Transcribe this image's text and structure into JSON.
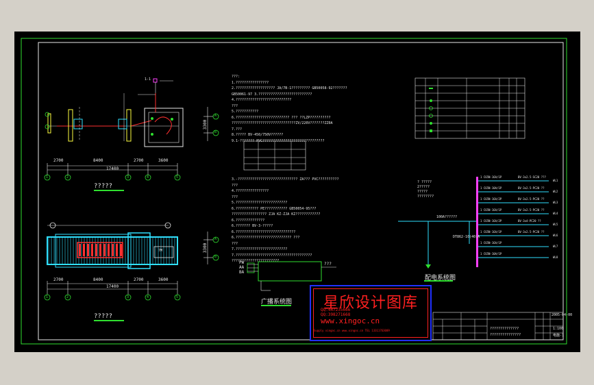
{
  "colors": {
    "bg": "#000000",
    "frame": "#2fe02f",
    "white": "#e8e8e8",
    "yellow": "#ffff40",
    "cyan": "#30e0ff",
    "red": "#ff3030",
    "magenta": "#ff40ff",
    "blue": "#2030ff"
  },
  "plan_top": {
    "dims": [
      "2700",
      "8400",
      "2700",
      "3600"
    ],
    "total": "17400",
    "axes": [
      "1",
      "2",
      "3",
      "4",
      "5"
    ],
    "title": "?????",
    "side_dim": "3300",
    "side_axes": [
      "A",
      "B"
    ],
    "room_tag": "1-1"
  },
  "plan_bottom": {
    "dims": [
      "2700",
      "8400",
      "2700",
      "3600"
    ],
    "total": "17400",
    "axes": [
      "1",
      "2",
      "3",
      "4",
      "5"
    ],
    "title": "?????",
    "side_dim": "3300",
    "side_axes": [
      "A",
      "B"
    ],
    "room_tag": "7M"
  },
  "notes_top": [
    "???:",
    "1.????????????????",
    "2.???????????????????    JA/7B-1?????????    GB50058-92???????",
    "GB50061-97 3.??????????????????????????",
    "4.???????????????????????????",
    "  ???",
    "5.???????????",
    "6.??????????????????????????     ???  ??LZP??????????",
    "  ???????????????????????????????ZV/220V???????ZZ0A",
    "7.???",
    "8.?????    BV-450/750V??????",
    "9.1-???????    PVC??????????????????????????????"
  ],
  "notes_bottom": [
    "3.-?????????????????????????????    ZA???  PVC??????????",
    "  ???",
    "4.????????????????",
    "  ???",
    "5.?????????????????????????",
    "6.???????????    PE???????????    GB50054-95???",
    "  ?????????????????      ZJA  KZ-ZJA  KZ????????????",
    "6.??????????????",
    "6.???????    BV-3-?????",
    "6.?????????????????????????????",
    "6.???????????????????????????        ???",
    "  ???",
    "7.?????????????????????????",
    "7.?????????????????????????????????????",
    "???????????????????????"
  ],
  "legend": {
    "rows": 8,
    "cols": 6
  },
  "broadcast": {
    "title": "广播系统图",
    "inputs": [
      "PW",
      "AA",
      "BA"
    ],
    "out": "???"
  },
  "power": {
    "title": "配电系统图",
    "left_labels": [
      "? ?????",
      "2?????",
      "?????",
      "????????"
    ],
    "feed": "100A??????",
    "branches": [
      {
        "left": "1 C65N-16A/1P",
        "right": "BV-3x2.5-SC20 ???",
        "tag": "WL1"
      },
      {
        "left": "1 C65N-10A/1P",
        "right": "BV-3x2.5-PC20 ??",
        "tag": "WL2"
      },
      {
        "left": "1 C65N-16A/2P",
        "right": "BV-3x2.5-PC20 ??",
        "tag": "WL3"
      },
      {
        "left": "1 C65N-16A/1P",
        "right": "BV-3x2.5-PC20 ??",
        "tag": "WL4"
      },
      {
        "left": "1 C65N-16A/2P",
        "right": "BV-3x4-PC20 ??",
        "tag": "WL5"
      },
      {
        "left": "1 C65N-16A/1P",
        "right": "BV-3x2.5-PC20 ??",
        "tag": "WL6"
      },
      {
        "left": "1 C65N-16A/1P",
        "right": "",
        "tag": "WL7"
      },
      {
        "left": "1 C65N-10A/1P",
        "right": "",
        "tag": "WL8"
      }
    ],
    "meter": "DT862-10(40)A"
  },
  "watermark": {
    "title": "星欣设计图库",
    "qq1": "QQ:447235666",
    "qq2": "QQ:398271668",
    "url": "www.xingoc.cn",
    "sub": "Supply  xingoc.cn  www.xingoc.cn  TEL 13311763009"
  },
  "title_block": {
    "date": "2005-04-00",
    "scale": "1:100",
    "sheet": "电施-1",
    "name1": "??????????????",
    "name2": "???????????????"
  }
}
